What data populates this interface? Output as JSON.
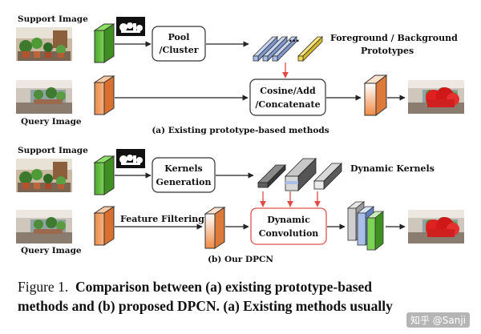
{
  "figure": {
    "top": {
      "support_label": "Support Image",
      "query_label": "Query Image",
      "pool_label": [
        "Pool",
        "/Cluster"
      ],
      "fg_bg_label": [
        "Foreground / Background",
        "Prototypes"
      ],
      "combine_label": [
        "Cosine/Add",
        "/Concatenate"
      ],
      "ellipsis": "...",
      "subcaption": "(a) Existing prototype-based methods"
    },
    "bottom": {
      "support_label": "Support Image",
      "query_label": "Query Image",
      "kernels_label": [
        "Kernels",
        "Generation"
      ],
      "dynamic_kernels_label": "Dynamic Kernels",
      "feature_filtering_label": "Feature Filtering",
      "dynconv_label": [
        "Dynamic",
        "Convolution"
      ],
      "subcaption": "(b) Our DPCN"
    },
    "colors": {
      "green": "#5cb83a",
      "orange": "#f29a58",
      "prototype_blue": "#a9bee8",
      "prototype_yellow": "#f2d74a",
      "kernel_dark": "#4a4a4a",
      "dynconv_border": "#e0504a",
      "red_arrow": "#e24a45"
    }
  },
  "caption": {
    "line1_prefix": "Figure 1.",
    "line1_bold": "Comparison between (a) existing prototype-based",
    "line2_bold": "methods and (b) proposed DPCN. (a) Existing methods usually"
  },
  "watermark": "知乎 @Sanji"
}
